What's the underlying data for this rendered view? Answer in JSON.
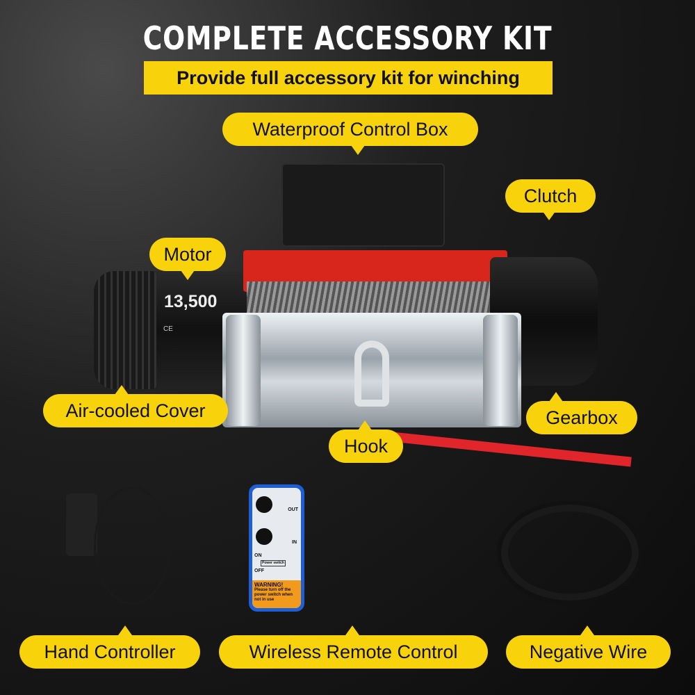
{
  "title": "COMPLETE ACCESSORY KIT",
  "subtitle": "Provide full accessory kit for winching",
  "labels": {
    "control_box": "Waterproof Control Box",
    "clutch": "Clutch",
    "motor": "Motor",
    "air_cooled_cover": "Air-cooled Cover",
    "gearbox": "Gearbox",
    "hook": "Hook",
    "hand_controller": "Hand Controller",
    "wireless_remote": "Wireless Remote Control",
    "negative_wire": "Negative Wire"
  },
  "product_markings": {
    "capacity": "13,500",
    "ce": "CE"
  },
  "remote": {
    "out": "OUT",
    "in": "IN",
    "on": "ON",
    "off": "OFF",
    "power_switch": "Power switch",
    "warning": "WARNING!",
    "warning_text": "Please turn off the power switch when not in use"
  },
  "colors": {
    "accent": "#f8d20a",
    "background": "#111111",
    "remote": "#1e5fd6",
    "drum_frame": "#d9261c"
  }
}
